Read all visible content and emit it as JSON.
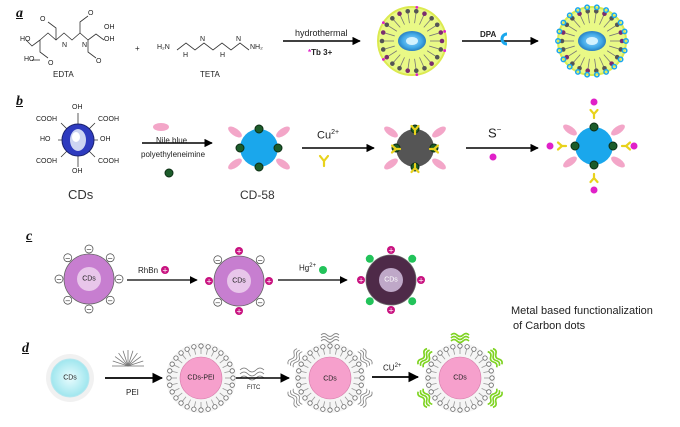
{
  "panels": {
    "a": {
      "label": "a",
      "reactant1": "EDTA",
      "plus": "+",
      "reactant2": "TETA",
      "arrow1_label": "hydrothermal",
      "arrow1_sublabel": "Tb 3+",
      "arrow1_sublabel_marker": "*",
      "arrow2_label": "DPA",
      "edta_groups": [
        "HO",
        "O",
        "HO",
        "O",
        "O",
        "OH",
        "O",
        "OH"
      ],
      "edta_n": "N",
      "teta_groups": [
        "H₂N",
        "H",
        "N",
        "H",
        "N",
        "NH₂"
      ]
    },
    "b": {
      "label": "b",
      "cds_groups": [
        "OH",
        "COOH",
        "COOH",
        "HO",
        "OH",
        "COOH",
        "COOH",
        "OH"
      ],
      "cds_caption": "CDs",
      "arrow1_label": "Nile blue",
      "arrow1_sublabel": "polyethyleneimine",
      "product_caption": "CD-58",
      "arrow2_label": "Cu",
      "arrow2_sup": "2+",
      "arrow3_label": "S",
      "arrow3_sup": "−"
    },
    "c": {
      "label": "c",
      "core_label": "CDs",
      "arrow1_label": "RhBn",
      "arrow2_label": "Hg",
      "arrow2_sup": "2+",
      "minus": "−",
      "plus": "+"
    },
    "d": {
      "label": "d",
      "core1": "CDs",
      "arrow1_label": "PEI",
      "core2": "CDs-PEI",
      "arrow2_label": "FITC",
      "core3": "CDs",
      "arrow3_label": "CU",
      "arrow3_sup": "2+",
      "core4": "CDs"
    }
  },
  "caption": {
    "line1": "Metal based functionalization",
    "line2": "of Carbon dots"
  },
  "colors": {
    "blue_core": "#1aa7ec",
    "dark_core": "#555555",
    "navy_core": "#2e3bbf",
    "green_dot": "#1c5c2a",
    "pink_petal": "#f3a6c8",
    "yellow_ligand": "#e8d21c",
    "magenta_dot": "#e020c8",
    "violet_shell": "#c77ed0",
    "dark_plum": "#4e2a48",
    "lime": "#7ed321",
    "cyan_pale": "#c8f4f7",
    "pink_core": "#f6a0cc"
  }
}
